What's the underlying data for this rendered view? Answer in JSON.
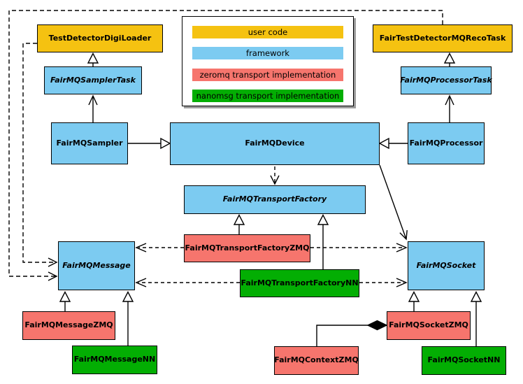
{
  "background_color": "#FFFFFF",
  "colors": {
    "user_code": "#F5C211",
    "framework": "#7CCBF1",
    "zeromq": "#F6756D",
    "nanomsg": "#03AE03",
    "line": "#000000",
    "legend_shadow": "#9C9C9C"
  },
  "legend": {
    "items": [
      {
        "label": "user code",
        "color": "#F5C211"
      },
      {
        "label": "framework",
        "color": "#7CCBF1"
      },
      {
        "label": "zeromq transport implementation",
        "color": "#F6756D"
      },
      {
        "label": "nanomsg transport implementation",
        "color": "#03AE03"
      }
    ]
  },
  "nodes": {
    "digiLoader": {
      "label": "TestDetectorDigiLoader",
      "category": "user code",
      "abstract": false
    },
    "recoTask": {
      "label": "FairTestDetectorMQRecoTask",
      "category": "user code",
      "abstract": false
    },
    "samplerTask": {
      "label": "FairMQSamplerTask",
      "category": "framework",
      "abstract": true
    },
    "processorTask": {
      "label": "FairMQProcessorTask",
      "category": "framework",
      "abstract": true
    },
    "sampler": {
      "label": "FairMQSampler",
      "category": "framework",
      "abstract": false
    },
    "device": {
      "label": "FairMQDevice",
      "category": "framework",
      "abstract": false
    },
    "processor": {
      "label": "FairMQProcessor",
      "category": "framework",
      "abstract": false
    },
    "transportFactory": {
      "label": "FairMQTransportFactory",
      "category": "framework",
      "abstract": true
    },
    "transportFactoryZMQ": {
      "label": "FairMQTransportFactoryZMQ",
      "category": "zeromq",
      "abstract": false
    },
    "transportFactoryNN": {
      "label": "FairMQTransportFactoryNN",
      "category": "nanomsg",
      "abstract": false
    },
    "message": {
      "label": "FairMQMessage",
      "category": "framework",
      "abstract": true
    },
    "socket": {
      "label": "FairMQSocket",
      "category": "framework",
      "abstract": true
    },
    "messageZMQ": {
      "label": "FairMQMessageZMQ",
      "category": "zeromq",
      "abstract": false
    },
    "messageNN": {
      "label": "FairMQMessageNN",
      "category": "nanomsg",
      "abstract": false
    },
    "socketZMQ": {
      "label": "FairMQSocketZMQ",
      "category": "zeromq",
      "abstract": false
    },
    "socketNN": {
      "label": "FairMQSocketNN",
      "category": "nanomsg",
      "abstract": false
    },
    "contextZMQ": {
      "label": "FairMQContextZMQ",
      "category": "zeromq",
      "abstract": false
    }
  },
  "edges": [
    {
      "from": "FairMQSamplerTask",
      "to": "TestDetectorDigiLoader",
      "style": "solid",
      "head": "hollow-triangle"
    },
    {
      "from": "FairMQProcessorTask",
      "to": "FairTestDetectorMQRecoTask",
      "style": "solid",
      "head": "hollow-triangle"
    },
    {
      "from": "FairMQSampler",
      "to": "FairMQDevice",
      "style": "solid",
      "head": "hollow-triangle"
    },
    {
      "from": "FairMQProcessor",
      "to": "FairMQDevice",
      "style": "solid",
      "head": "hollow-triangle"
    },
    {
      "from": "FairMQSampler",
      "to": "FairMQSamplerTask",
      "style": "solid",
      "head": "open-arrow"
    },
    {
      "from": "FairMQProcessor",
      "to": "FairMQProcessorTask",
      "style": "solid",
      "head": "open-arrow"
    },
    {
      "from": "FairMQDevice",
      "to": "FairMQTransportFactory",
      "style": "dashed",
      "head": "open-arrow"
    },
    {
      "from": "FairMQDevice",
      "to": "FairMQSocket",
      "style": "solid",
      "head": "open-arrow"
    },
    {
      "from": "FairMQTransportFactoryZMQ",
      "to": "FairMQTransportFactory",
      "style": "solid",
      "head": "hollow-triangle"
    },
    {
      "from": "FairMQTransportFactoryNN",
      "to": "FairMQTransportFactory",
      "style": "solid",
      "head": "hollow-triangle"
    },
    {
      "from": "FairMQTransportFactoryZMQ",
      "to": "FairMQMessage",
      "style": "dashed",
      "head": "open-arrow"
    },
    {
      "from": "FairMQTransportFactoryZMQ",
      "to": "FairMQSocket",
      "style": "dashed",
      "head": "open-arrow"
    },
    {
      "from": "FairMQTransportFactoryNN",
      "to": "FairMQMessage",
      "style": "dashed",
      "head": "open-arrow"
    },
    {
      "from": "FairMQTransportFactoryNN",
      "to": "FairMQSocket",
      "style": "dashed",
      "head": "open-arrow"
    },
    {
      "from": "FairMQMessageZMQ",
      "to": "FairMQMessage",
      "style": "solid",
      "head": "hollow-triangle"
    },
    {
      "from": "FairMQMessageNN",
      "to": "FairMQMessage",
      "style": "solid",
      "head": "hollow-triangle"
    },
    {
      "from": "FairMQSocketZMQ",
      "to": "FairMQSocket",
      "style": "solid",
      "head": "hollow-triangle"
    },
    {
      "from": "FairMQSocketNN",
      "to": "FairMQSocket",
      "style": "solid",
      "head": "hollow-triangle"
    },
    {
      "from": "FairTestDetectorMQRecoTask",
      "to": "FairMQMessage",
      "style": "dashed",
      "head": "open-arrow"
    },
    {
      "from": "TestDetectorDigiLoader",
      "to": "FairMQMessage",
      "style": "dashed",
      "head": "open-arrow"
    },
    {
      "from": "FairMQContextZMQ",
      "to": "FairMQSocketZMQ",
      "style": "solid",
      "head": "filled-diamond"
    }
  ]
}
